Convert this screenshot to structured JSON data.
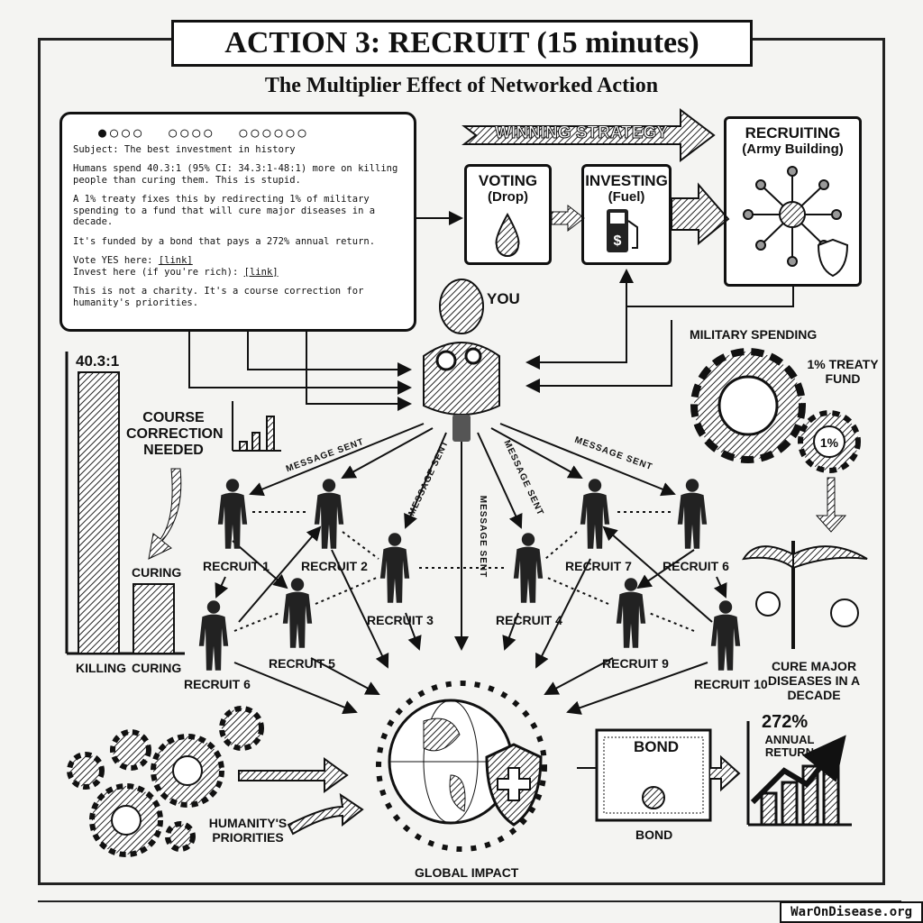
{
  "title": "ACTION 3: RECRUIT (15 minutes)",
  "subtitle": "The Multiplier Effect of Networked Action",
  "email": {
    "subject": "Subject: The best investment in history",
    "p1": "Humans spend 40.3:1 (95% CI: 34.3:1-48:1) more on killing people than curing them. This is stupid.",
    "p2": "A 1% treaty fixes this by redirecting 1% of military spending to a fund that will cure major diseases in a decade.",
    "p3": "It's funded by a bond that pays a 272% annual return.",
    "vote_label": "Vote YES here: ",
    "vote_link": "[link]",
    "invest_label": "Invest here (if you're rich): ",
    "invest_link": "[link]",
    "p4": "This is not a charity. It's a course correction for humanity's priorities."
  },
  "strategy": {
    "banner": "WINNING STRATEGY",
    "voting": {
      "title": "VOTING",
      "sub": "(Drop)"
    },
    "investing": {
      "title": "INVESTING",
      "sub": "(Fuel)"
    },
    "recruiting": {
      "title": "RECRUITING",
      "sub": "(Army Building)"
    }
  },
  "you": "YOU",
  "ratio_chart": {
    "ratio": "40.3:1",
    "note": "COURSE CORRECTION NEEDED",
    "curing_top": "CURING",
    "killing": "KILLING",
    "curing": "CURING",
    "values": {
      "killing": 40.3,
      "curing": 1
    }
  },
  "military": {
    "title": "MILITARY SPENDING",
    "fund": "1% TREATY FUND",
    "pct": "1%",
    "cure": "CURE MAJOR DISEASES IN A DECADE"
  },
  "message_sent": "MESSAGE SENT",
  "recruits": [
    "RECRUIT 1",
    "RECRUIT 2",
    "RECRUIT 3",
    "RECRUIT 4",
    "RECRUIT 7",
    "RECRUIT 6",
    "RECRUIT 6",
    "RECRUIT 5",
    "RECRUIT 9",
    "RECRUIT 10"
  ],
  "priorities": "HUMANITY'S PRIORITIES",
  "global": "GLOBAL IMPACT",
  "bond": {
    "title": "BOND",
    "caption": "BOND"
  },
  "return": {
    "pct": "272%",
    "label": "ANNUAL RETURN"
  },
  "brand": "WarOnDisease.org"
}
